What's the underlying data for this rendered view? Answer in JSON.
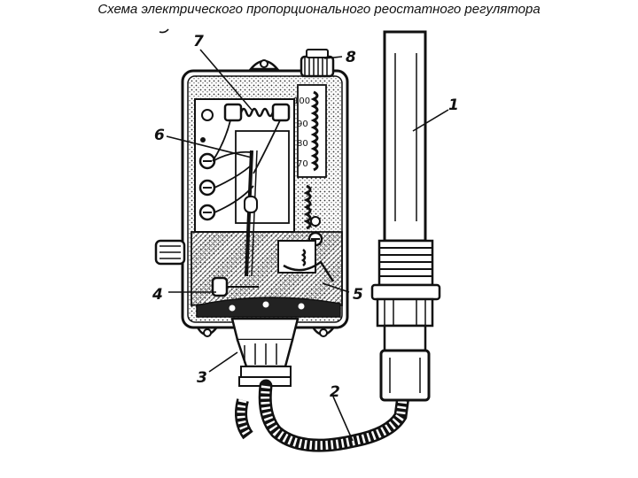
{
  "title": "Схема электрического пропорционального реостатного регулятора",
  "callouts": {
    "c1": "1",
    "c2": "2",
    "c3": "3",
    "c4": "4",
    "c5": "5",
    "c6": "6",
    "c7": "7",
    "c8": "8"
  },
  "scale_labels": [
    "100",
    "90",
    "80",
    "70"
  ],
  "colors": {
    "ink": "#111111",
    "paper": "#ffffff",
    "hatch": "#444444"
  }
}
